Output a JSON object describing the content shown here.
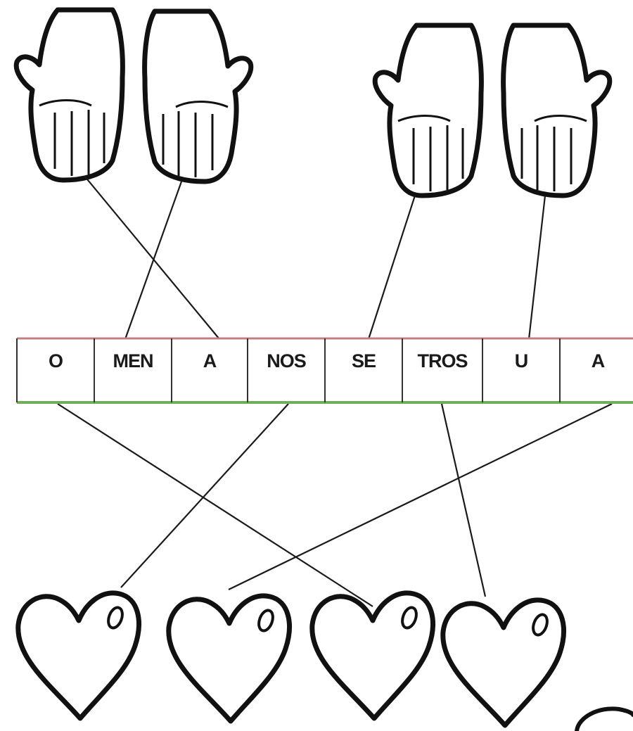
{
  "syllables": [
    "O",
    "MEN",
    "A",
    "NOS",
    "SE",
    "TROS",
    "U",
    "A"
  ],
  "icons": {
    "hand": "hand-icon",
    "heart": "heart-icon"
  },
  "colors": {
    "ink": "#111111",
    "strip_top_border": "#c08080",
    "strip_bottom_border": "#6fae5a"
  }
}
